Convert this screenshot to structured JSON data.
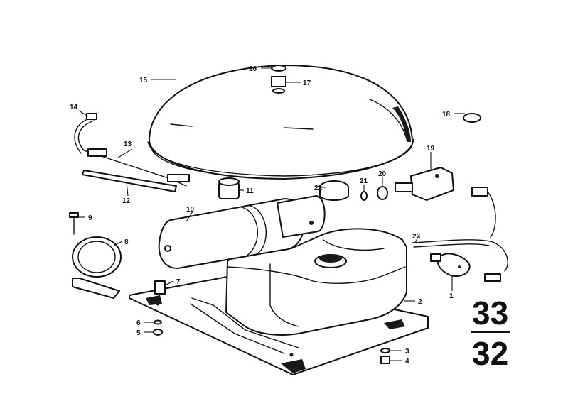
{
  "diagram": {
    "callouts": [
      "1",
      "2",
      "3",
      "4",
      "5",
      "6",
      "7",
      "8",
      "9",
      "10",
      "11",
      "12",
      "13",
      "14",
      "15",
      "16",
      "17",
      "18",
      "19",
      "20",
      "21",
      "22",
      "23"
    ],
    "group_number": {
      "top": "33",
      "bottom": "32"
    }
  },
  "colors": {
    "ink": "#111111",
    "paper": "#ffffff"
  }
}
